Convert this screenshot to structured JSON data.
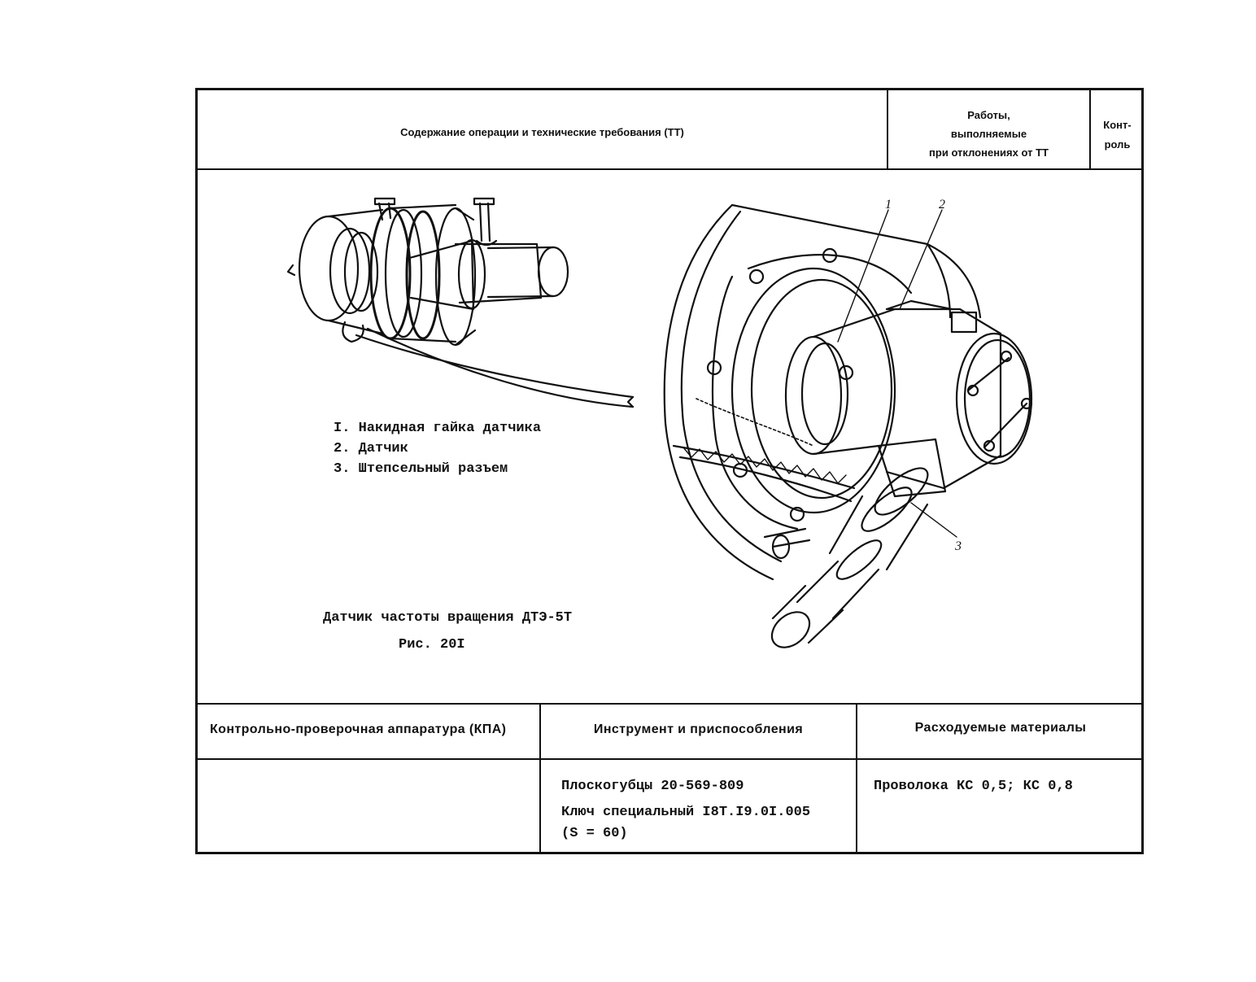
{
  "header": {
    "operation_title": "Содержание операции и технические требования (ТТ)",
    "deviation_lines": [
      "Работы,",
      "выполняемые",
      "при отклонениях от ТТ"
    ],
    "control_lines": [
      "Конт-",
      "роль"
    ]
  },
  "figure": {
    "legend": [
      "I. Накидная гайка датчика",
      "2. Датчик",
      "3. Штепсельный разъем"
    ],
    "caption": "Датчик частоты вращения ДТЭ-5Т",
    "figure_number": "Рис. 20I",
    "callouts": [
      "1",
      "2",
      "3"
    ]
  },
  "footer": {
    "col1_header": "Контрольно-проверочная аппаратура (КПА)",
    "col2_header": "Инструмент и приспособления",
    "col3_header": "Расходуемые материалы",
    "col2_lines": [
      "Плоскогубцы 20-569-809",
      "Ключ специальный I8Т.I9.0I.005",
      "(S = 60)"
    ],
    "col3_lines": [
      "Проволока КС 0,5; КС 0,8"
    ]
  }
}
